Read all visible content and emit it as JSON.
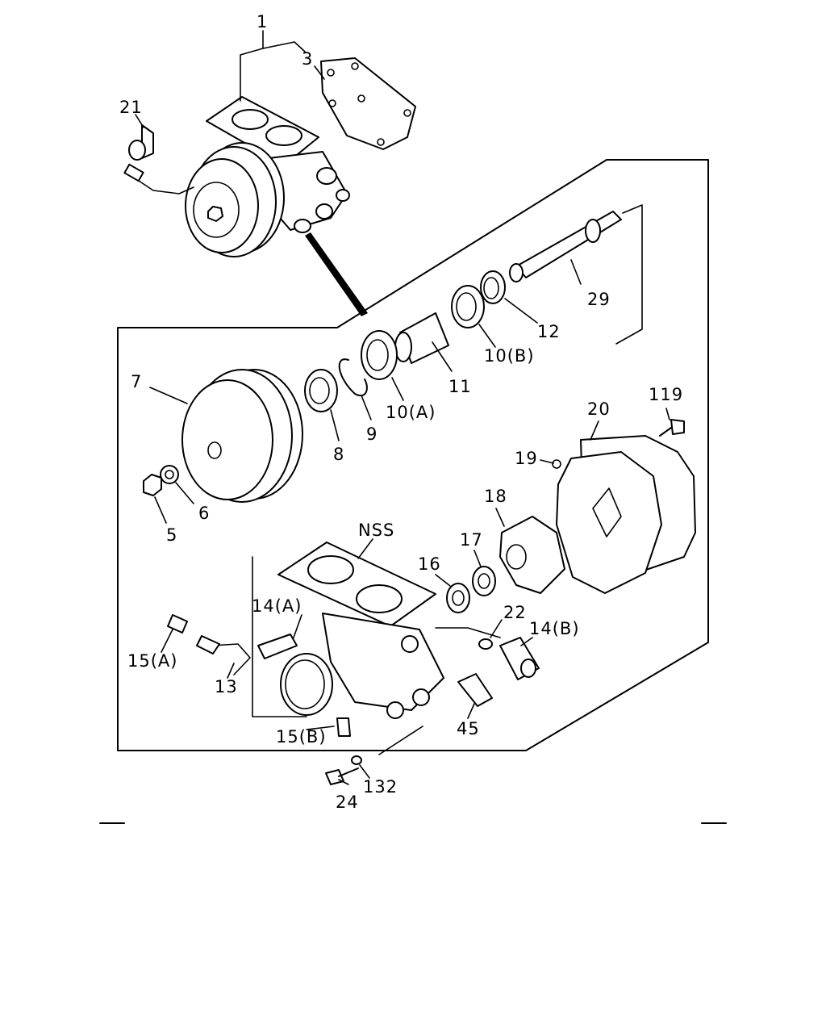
{
  "diagram": {
    "labels": {
      "p1": "1",
      "p3": "3",
      "p21": "21",
      "p29": "29",
      "p12": "12",
      "p10b": "10(B)",
      "p11": "11",
      "p10a": "10(A)",
      "p9": "9",
      "p8": "8",
      "p7": "7",
      "p6": "6",
      "p5": "5",
      "p20": "20",
      "p119": "119",
      "p19": "19",
      "p18": "18",
      "p17": "17",
      "p16": "16",
      "nss": "NSS",
      "p14a": "14(A)",
      "p22": "22",
      "p14b": "14(B)",
      "p15a": "15(A)",
      "p13": "13",
      "p45": "45",
      "p15b": "15(B)",
      "p24": "24",
      "p132": "132"
    }
  }
}
